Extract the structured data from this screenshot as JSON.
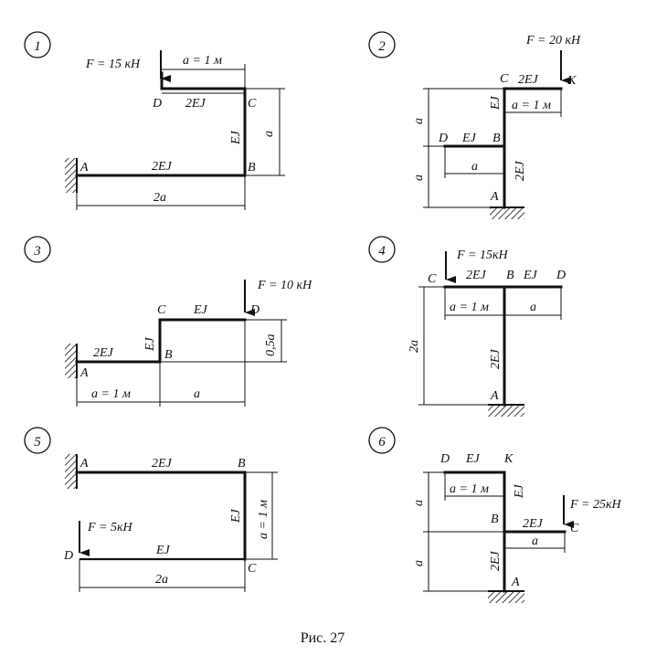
{
  "caption": "Рис. 27",
  "schemes": [
    {
      "number": "1",
      "force": "F = 15 кН",
      "dim_a1": "a = 1 м",
      "dim_a": "a",
      "dim_2a": "2a",
      "points": {
        "A": "A",
        "B": "B",
        "C": "C",
        "D": "D"
      },
      "stiffness": {
        "DC": "2EJ",
        "BC": "EJ",
        "AB": "2EJ"
      }
    },
    {
      "number": "2",
      "force": "F = 20 кН",
      "dim_a1": "a = 1 м",
      "dim_a_top": "a",
      "dim_a_bottom": "a",
      "dim_a_inner": "a",
      "points": {
        "A": "A",
        "B": "B",
        "C": "C",
        "D": "D",
        "K": "K"
      },
      "stiffness": {
        "CK": "2EJ",
        "CB": "EJ",
        "DB": "EJ",
        "BA": "2EJ"
      }
    },
    {
      "number": "3",
      "force": "F = 10 кН",
      "dim_a1": "a = 1 м",
      "dim_a": "a",
      "dim_05a": "0,5a",
      "points": {
        "A": "A",
        "B": "B",
        "C": "C",
        "D": "D"
      },
      "stiffness": {
        "AB": "2EJ",
        "BC": "EJ",
        "CD": "EJ"
      }
    },
    {
      "number": "4",
      "force": "F = 15кН",
      "dim_a1": "a = 1 м",
      "dim_a": "a",
      "dim_2a": "2a",
      "points": {
        "A": "A",
        "B": "B",
        "C": "C",
        "D": "D"
      },
      "stiffness": {
        "CB": "2EJ",
        "BD": "EJ",
        "BA": "2EJ"
      }
    },
    {
      "number": "5",
      "force": "F = 5кН",
      "dim_a1": "a = 1 м",
      "dim_2a": "2a",
      "points": {
        "A": "A",
        "B": "B",
        "C": "C",
        "D": "D"
      },
      "stiffness": {
        "AB": "2EJ",
        "BC": "EJ",
        "DC": "EJ"
      }
    },
    {
      "number": "6",
      "force": "F = 25кН",
      "dim_a1": "a = 1 м",
      "dim_a_top": "a",
      "dim_a_bottom": "a",
      "dim_a_inner": "a",
      "points": {
        "A": "A",
        "B": "B",
        "C": "C",
        "D": "D",
        "K": "K"
      },
      "stiffness": {
        "DK": "EJ",
        "KB": "EJ",
        "BC": "2EJ",
        "BA": "2EJ"
      }
    }
  ]
}
